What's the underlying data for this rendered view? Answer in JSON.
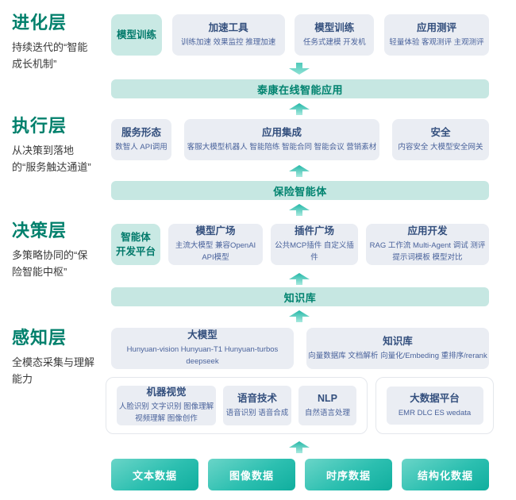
{
  "palette": {
    "accent_teal": "#00806C",
    "banner_bg": "#C6E7E2",
    "banner_text": "#00836F",
    "highlight_box_bg": "#C9E9E4",
    "highlight_box_text": "#00796A",
    "box_bg": "#EAEDF3",
    "box_title_text": "#334F7D",
    "box_item_text": "#49629B",
    "data_box_gradient": [
      "#6AD5C8",
      "#10AE9E"
    ],
    "arrow_teal": "#2BBCAC"
  },
  "layers": {
    "evolution": {
      "title": "进化层",
      "desc": "持续迭代的“智能成长机制”",
      "boxes": [
        {
          "title": "模型训练",
          "items": ""
        },
        {
          "title": "加速工具",
          "items": "训练加速 效果监控 推理加速"
        },
        {
          "title": "模型训练",
          "items": "任务式建模 开发机"
        },
        {
          "title": "应用测评",
          "items": "轻量体验 客观测评 主观测评"
        }
      ]
    },
    "execution": {
      "title": "执行层",
      "desc": "从决策到落地的“服务触达通道”",
      "boxes": [
        {
          "title": "服务形态",
          "items": "数智人 API调用"
        },
        {
          "title": "应用集成",
          "items": "客服大模型机器人 智能陪练 智能合同 智能会议 营销素材"
        },
        {
          "title": "安全",
          "items": "内容安全 大模型安全网关"
        }
      ]
    },
    "decision": {
      "title": "决策层",
      "desc": "多策略协同的“保险智能中枢”",
      "boxes": [
        {
          "title": "智能体\n开发平台",
          "items": ""
        },
        {
          "title": "模型广场",
          "items": "主流大模型 兼容OpenAI API模型"
        },
        {
          "title": "插件广场",
          "items": "公共MCP插件 自定义插件"
        },
        {
          "title": "应用开发",
          "items": "RAG 工作流 Multi-Agent 调试 测评 提示词模板 模型对比"
        }
      ]
    },
    "perception": {
      "title": "感知层",
      "desc": "全模态采集与理解能力",
      "boxes": [
        {
          "title": "大模型",
          "items": "Hunyuan-vision Hunyuan-T1 Hunyuan-turbos deepseek"
        },
        {
          "title": "知识库",
          "items": "向量数据库 文档解析 向量化/Embeding 重排序/rerank"
        }
      ],
      "ai_group": [
        {
          "title": "机器视觉",
          "items": "人脸识别 文字识别 图像理解 视频理解 图像创作"
        },
        {
          "title": "语音技术",
          "items": "语音识别 语音合成"
        },
        {
          "title": "NLP",
          "items": "自然语言处理"
        }
      ],
      "bigdata_group": [
        {
          "title": "大数据平台",
          "items": "EMR DLC ES wedata"
        }
      ]
    }
  },
  "banners": {
    "app": "泰康在线智能应用",
    "agent": "保险智能体",
    "knowledge": "知识库"
  },
  "data_sources": [
    "文本数据",
    "图像数据",
    "时序数据",
    "结构化数据"
  ]
}
